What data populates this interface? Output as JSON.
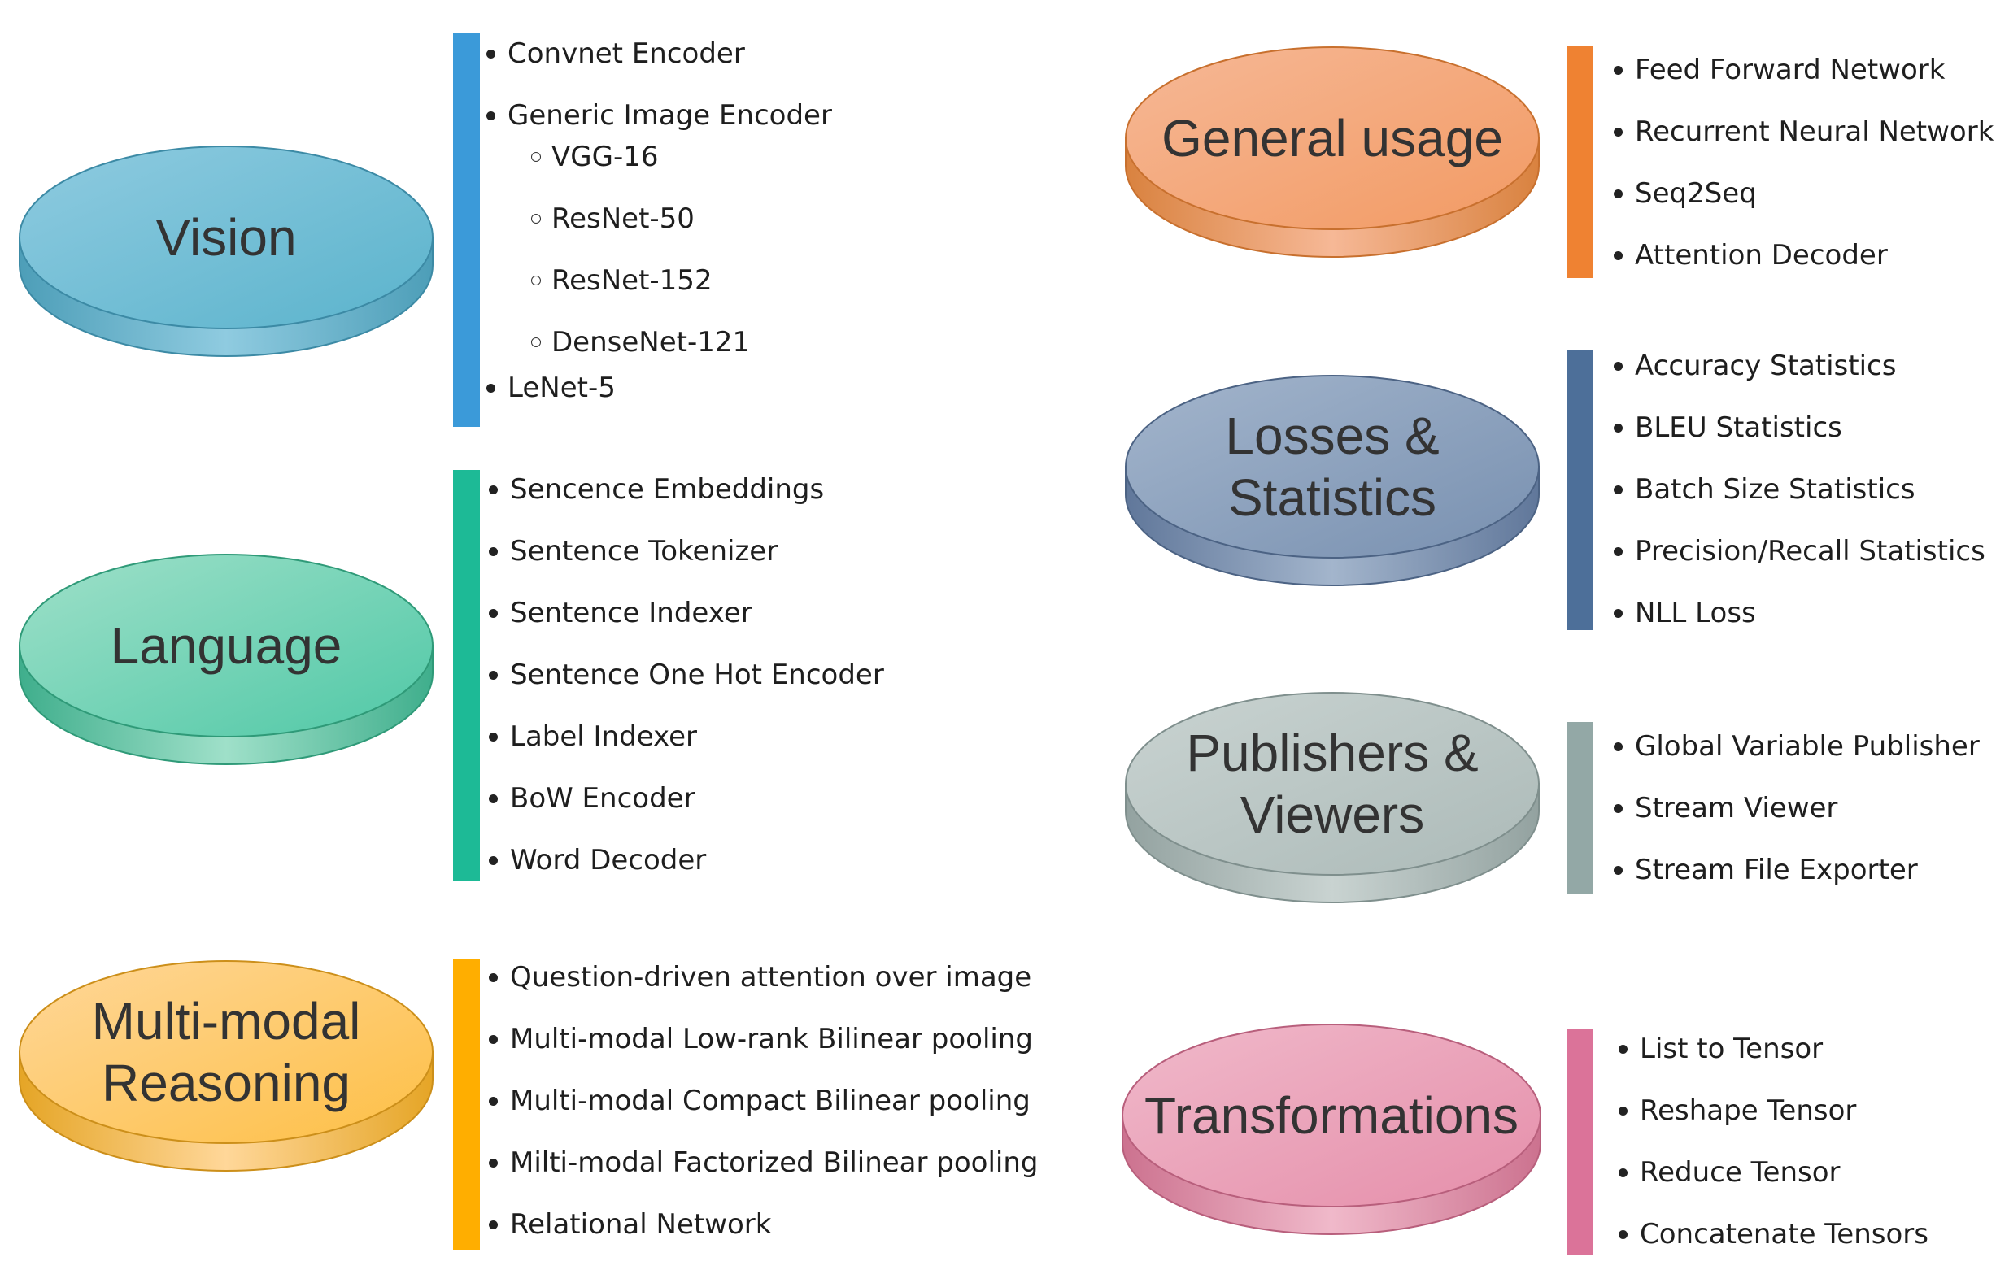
{
  "groups": [
    {
      "id": "vision",
      "title": "Vision",
      "color": "#3b9ad9",
      "diskTop": "#8fcbe0",
      "diskMain": "#5ab3cc",
      "diskSide": "#4d9eb8",
      "diskStroke": "#3c8aa5",
      "items": [
        {
          "label": "Convnet Encoder",
          "level": 1
        },
        {
          "label": "Generic Image Encoder",
          "level": 1
        },
        {
          "label": "VGG-16",
          "level": 2
        },
        {
          "label": "ResNet-50",
          "level": 2
        },
        {
          "label": "ResNet-152",
          "level": 2
        },
        {
          "label": "DenseNet-121",
          "level": 2
        },
        {
          "label": "LeNet-5",
          "level": 1
        }
      ]
    },
    {
      "id": "language",
      "title": "Language",
      "color": "#1dba96",
      "diskTop": "#9fe0c9",
      "diskMain": "#4fc8a6",
      "diskSide": "#3fae8c",
      "diskStroke": "#2f9a78",
      "items": [
        {
          "label": "Sencence Embeddings",
          "level": 1
        },
        {
          "label": "Sentence Tokenizer",
          "level": 1
        },
        {
          "label": "Sentence Indexer",
          "level": 1
        },
        {
          "label": "Sentence One Hot Encoder",
          "level": 1
        },
        {
          "label": "Label Indexer",
          "level": 1
        },
        {
          "label": "BoW Encoder",
          "level": 1
        },
        {
          "label": "Word Decoder",
          "level": 1
        }
      ]
    },
    {
      "id": "multimodal",
      "title": "Multi-modal\nReasoning",
      "color": "#ffae00",
      "diskTop": "#ffd799",
      "diskMain": "#fdbf45",
      "diskSide": "#e5a526",
      "diskStroke": "#cc8f1a",
      "items": [
        {
          "label": "Question-driven attention over image",
          "level": 1
        },
        {
          "label": "Multi-modal Low-rank Bilinear pooling",
          "level": 1
        },
        {
          "label": "Multi-modal Compact Bilinear pooling",
          "level": 1
        },
        {
          "label": "Milti-modal Factorized Bilinear pooling",
          "level": 1
        },
        {
          "label": "Relational Network",
          "level": 1
        }
      ]
    },
    {
      "id": "general",
      "title": "General usage",
      "color": "#ef8232",
      "diskTop": "#f6b896",
      "diskMain": "#f29a63",
      "diskSide": "#d9823f",
      "diskStroke": "#c8702e",
      "items": [
        {
          "label": "Feed Forward Network",
          "level": 1
        },
        {
          "label": "Recurrent Neural Network",
          "level": 1
        },
        {
          "label": "Seq2Seq",
          "level": 1
        },
        {
          "label": "Attention Decoder",
          "level": 1
        }
      ]
    },
    {
      "id": "losses",
      "title": "Losses &\nStatistics",
      "color": "#4d6f99",
      "diskTop": "#a3b5cc",
      "diskMain": "#7890b0",
      "diskSide": "#60779a",
      "diskStroke": "#4c6384",
      "items": [
        {
          "label": "Accuracy Statistics",
          "level": 1
        },
        {
          "label": "BLEU Statistics",
          "level": 1
        },
        {
          "label": "Batch Size Statistics",
          "level": 1
        },
        {
          "label": "Precision/Recall Statistics",
          "level": 1
        },
        {
          "label": "NLL Loss",
          "level": 1
        }
      ]
    },
    {
      "id": "publishers",
      "title": "Publishers &\nViewers",
      "color": "#93a8a6",
      "diskTop": "#c9d3d1",
      "diskMain": "#acbab8",
      "diskSide": "#93a2a0",
      "diskStroke": "#7f8f8d",
      "items": [
        {
          "label": "Global Variable Publisher",
          "level": 1
        },
        {
          "label": "Stream Viewer",
          "level": 1
        },
        {
          "label": "Stream File Exporter",
          "level": 1
        }
      ]
    },
    {
      "id": "transformations",
      "title": "Transformations",
      "color": "#db7399",
      "diskTop": "#f0b9ca",
      "diskMain": "#e58eaa",
      "diskSide": "#cc728f",
      "diskStroke": "#b85f7c",
      "items": [
        {
          "label": "List to Tensor",
          "level": 1
        },
        {
          "label": "Reshape Tensor",
          "level": 1
        },
        {
          "label": "Reduce Tensor",
          "level": 1
        },
        {
          "label": "Concatenate Tensors",
          "level": 1
        }
      ]
    }
  ]
}
